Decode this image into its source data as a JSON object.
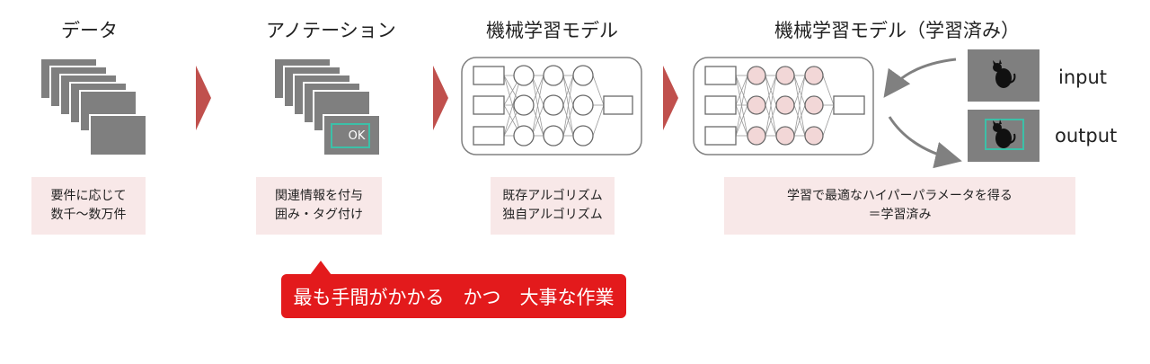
{
  "stages": [
    {
      "title": "データ",
      "desc": [
        "要件に応じて",
        "数千〜数万件"
      ]
    },
    {
      "title": "アノテーション",
      "desc": [
        "関連情報を付与",
        "囲み・タグ付け"
      ]
    },
    {
      "title": "機械学習モデル",
      "desc": [
        "既存アルゴリズム",
        "独自アルゴリズム"
      ]
    },
    {
      "title": "機械学習モデル（学習済み）",
      "desc": [
        "学習で最適なハイパーパラメータを得る",
        "＝学習済み"
      ]
    }
  ],
  "annotation_ok": "OK",
  "io_labels": {
    "input": "input",
    "output": "output"
  },
  "callout": "最も手間がかかる　かつ　大事な作業",
  "colors": {
    "arrow": "#c0504d",
    "desc_bg": "#f8e8e8",
    "callout_bg": "#e31a1c",
    "card": "#7f7f7f",
    "trained_node": "#f2d7d7",
    "box_highlight": "#3cc0a8"
  },
  "icons": [
    "cat-silhouette-icon",
    "chevron-right-icon",
    "curved-arrow-icon"
  ]
}
